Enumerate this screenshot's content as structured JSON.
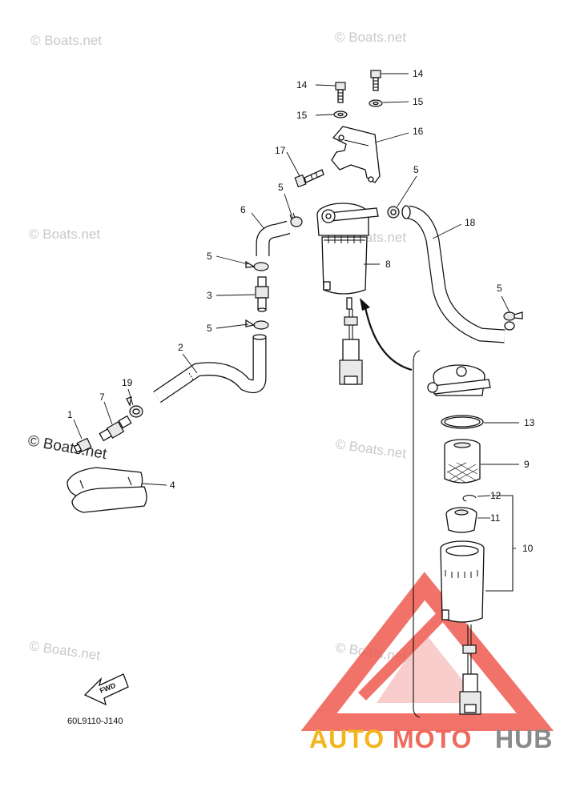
{
  "diagram": {
    "drawing_code": "60L9110-J140",
    "fwd_label": "FWD",
    "callouts": {
      "c1": "1",
      "c2": "2",
      "c3": "3",
      "c4": "4",
      "c5a": "5",
      "c5b": "5",
      "c5c": "5",
      "c5d": "5",
      "c5e": "5",
      "c6": "6",
      "c7": "7",
      "c8": "8",
      "c9": "9",
      "c10": "10",
      "c11": "11",
      "c12": "12",
      "c13": "13",
      "c14a": "14",
      "c14b": "14",
      "c15a": "15",
      "c15b": "15",
      "c16": "16",
      "c17": "17",
      "c18": "18",
      "c19": "19"
    }
  },
  "watermarks": {
    "small": "© Boats.net",
    "large": "© Boats.net"
  },
  "logo": {
    "part1": "AUTO",
    "part2": "MOTO",
    "part3": "HUB",
    "colors": {
      "part1": "#f3b51c",
      "part2": "#ef6a5d",
      "part3": "#8a8a8a",
      "triangle": "#ef5a4f"
    }
  }
}
